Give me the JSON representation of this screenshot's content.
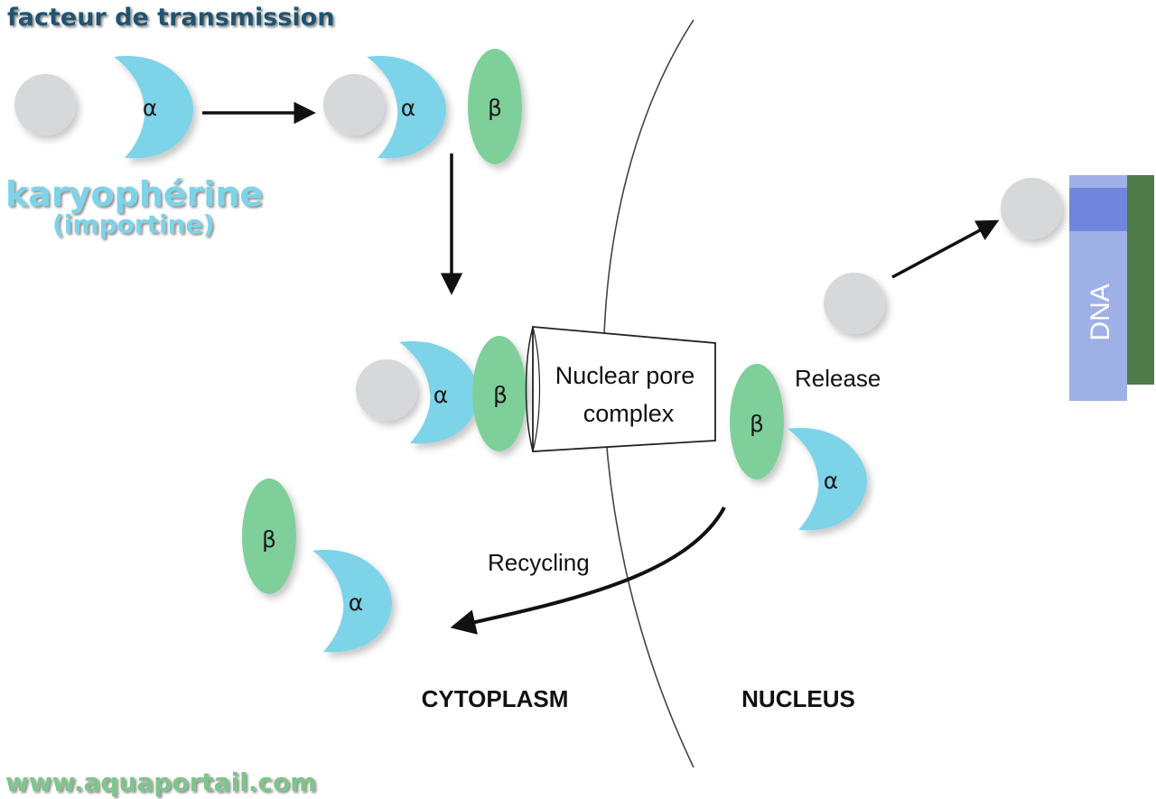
{
  "header": {
    "title": "facteur de transmission"
  },
  "legend": {
    "name": "karyophérine",
    "subname": "(importine)"
  },
  "symbols": {
    "alpha": "α",
    "beta": "β"
  },
  "labels": {
    "pore_line1": "Nuclear pore",
    "pore_line2": "complex",
    "release": "Release",
    "recycling": "Recycling",
    "dna": "DNA",
    "cytoplasm": "CYTOPLASM",
    "nucleus": "NUCLEUS"
  },
  "footer": {
    "url": "www.aquaportail.com"
  },
  "colors": {
    "alpha": "#7dd3e8",
    "beta": "#7fcf9b",
    "cargo": "#d7d8da",
    "title": "#23526e",
    "legend": "#7dd3e8",
    "dna_bar": "#9fb0e6",
    "dna_band": "#7186dc",
    "dna_edge": "#4f7b4a",
    "url": "#7ec58a"
  }
}
